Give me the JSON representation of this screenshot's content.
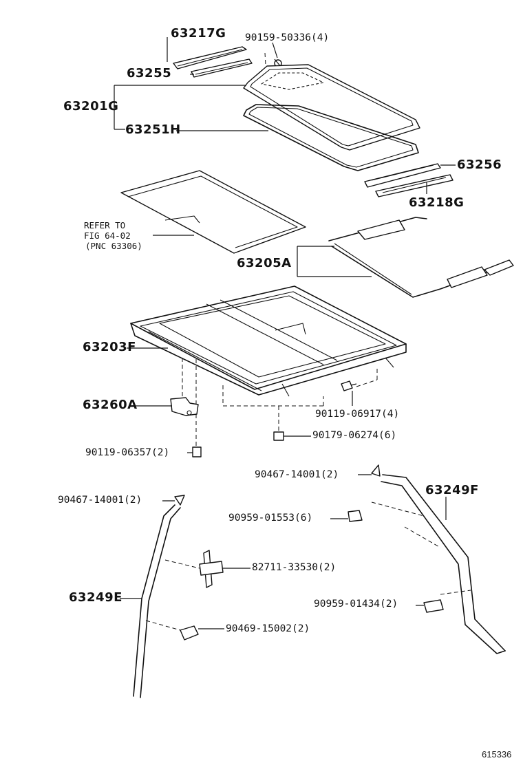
{
  "parts": [
    {
      "id": "p63217G",
      "code": "63217G"
    },
    {
      "id": "p90159",
      "code": "90159-50336(4)"
    },
    {
      "id": "p63255",
      "code": "63255"
    },
    {
      "id": "p63201G",
      "code": "63201G"
    },
    {
      "id": "p63251H",
      "code": "63251H"
    },
    {
      "id": "p63256",
      "code": "63256"
    },
    {
      "id": "p63218G",
      "code": "63218G"
    },
    {
      "id": "p63205A",
      "code": "63205A"
    },
    {
      "id": "p63203F",
      "code": "63203F"
    },
    {
      "id": "p63260A",
      "code": "63260A"
    },
    {
      "id": "p90119a",
      "code": "90119-06917(4)"
    },
    {
      "id": "p90179",
      "code": "90179-06274(6)"
    },
    {
      "id": "p90119b",
      "code": "90119-06357(2)"
    },
    {
      "id": "p90467a",
      "code": "90467-14001(2)"
    },
    {
      "id": "p63249F",
      "code": "63249F"
    },
    {
      "id": "p90467b",
      "code": "90467-14001(2)"
    },
    {
      "id": "p90959a",
      "code": "90959-01553(6)"
    },
    {
      "id": "p82711",
      "code": "82711-33530(2)"
    },
    {
      "id": "p63249E",
      "code": "63249E"
    },
    {
      "id": "p90959b",
      "code": "90959-01434(2)"
    },
    {
      "id": "p90469",
      "code": "90469-15002(2)"
    }
  ],
  "reference_note": {
    "line1": "REFER TO",
    "line2": "FIG 64-02",
    "line3": "(PNC 63306)"
  },
  "figure_number": "615336"
}
